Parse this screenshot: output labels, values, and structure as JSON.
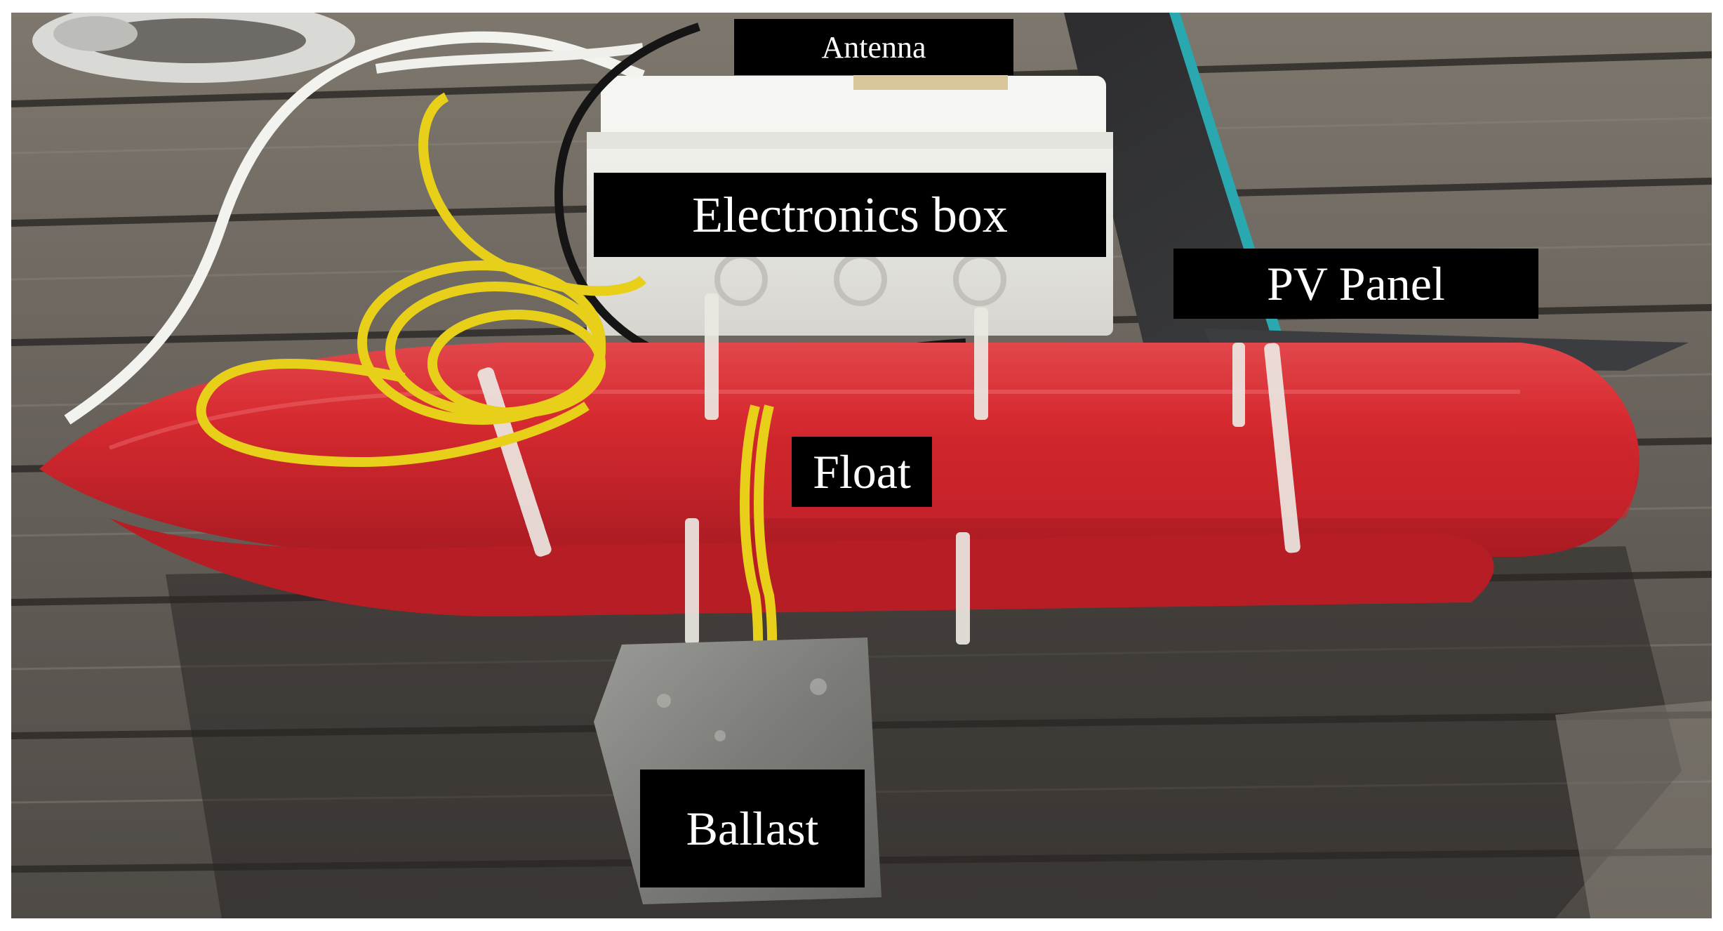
{
  "labels": {
    "antenna": "Antenna",
    "electronics_box": "Electronics box",
    "pv_panel": "PV Panel",
    "float": "Float",
    "ballast": "Ballast"
  },
  "colors": {
    "label_background": "#000000",
    "label_text": "#ffffff",
    "float": "#d8282e",
    "cable": "#e8cf1a",
    "deck": "#5a544c"
  }
}
